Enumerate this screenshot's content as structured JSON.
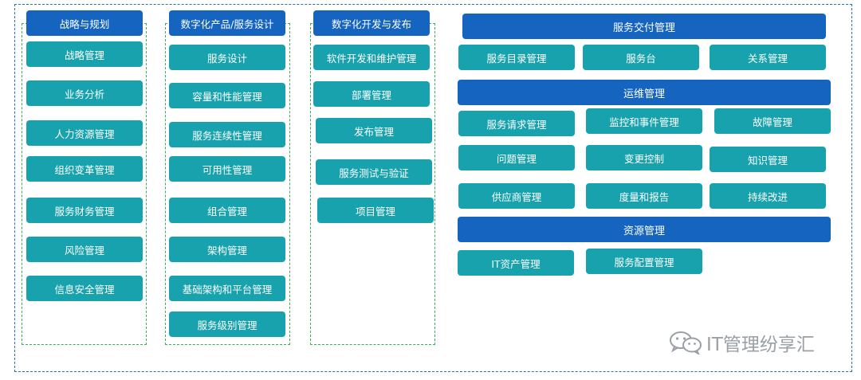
{
  "columns": [
    {
      "title": "战略与规划",
      "items": [
        "战略管理",
        "业务分析",
        "人力资源管理",
        "组织变革管理",
        "服务财务管理",
        "风险管理",
        "信息安全管理"
      ]
    },
    {
      "title": "数字化产品/服务设计",
      "items": [
        "服务设计",
        "容量和性能管理",
        "服务连续性管理",
        "可用性管理",
        "组合管理",
        "架构管理",
        "基础架构和平台管理",
        "服务级别管理"
      ]
    },
    {
      "title": "数字化开发与发布",
      "items": [
        "软件开发和维护管理",
        "部署管理",
        "发布管理",
        "服务测试与验证",
        "项目管理"
      ]
    }
  ],
  "right": {
    "delivery": {
      "title": "服务交付管理",
      "items": [
        "服务目录管理",
        "服务台",
        "关系管理"
      ]
    },
    "operations": {
      "title": "运维管理",
      "items": [
        "服务请求管理",
        "监控和事件管理",
        "故障管理",
        "问题管理",
        "变更控制",
        "知识管理",
        "供应商管理",
        "度量和报告",
        "持续改进"
      ]
    },
    "resources": {
      "title": "资源管理",
      "items": [
        "IT资产管理",
        "服务配置管理"
      ]
    }
  },
  "watermark": {
    "text": "IT管理纷享汇",
    "icon": "wechat-icon"
  },
  "colors": {
    "header": "#1565c0",
    "item": "#17a2ad",
    "frame": "#2a6fb0",
    "column_border": "#3cae5a"
  }
}
